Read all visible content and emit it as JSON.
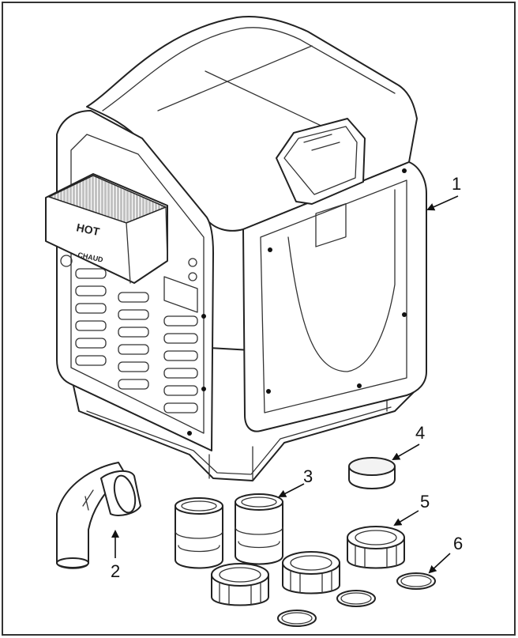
{
  "heater": {
    "hot_label": "HOT",
    "chaud_label": "CHAUD"
  },
  "callouts": [
    {
      "id": "1",
      "label": "1"
    },
    {
      "id": "2",
      "label": "2"
    },
    {
      "id": "3",
      "label": "3"
    },
    {
      "id": "4",
      "label": "4"
    },
    {
      "id": "5",
      "label": "5"
    },
    {
      "id": "6",
      "label": "6"
    }
  ]
}
